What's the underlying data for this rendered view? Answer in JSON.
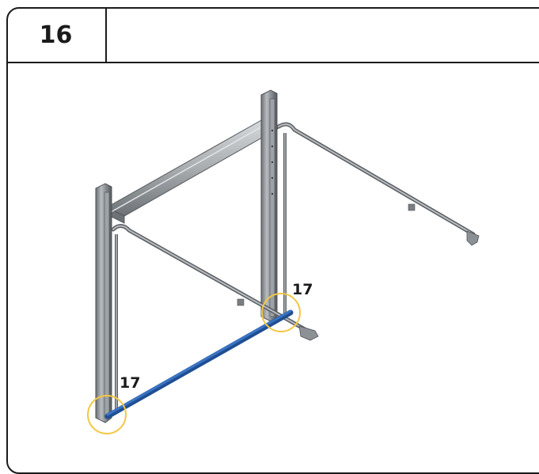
{
  "step": {
    "number": "16",
    "title": ""
  },
  "callouts": [
    {
      "label": "17"
    },
    {
      "label": "17"
    }
  ],
  "colors": {
    "frame": "#1a1a1a",
    "callout_ring": "#f2c744",
    "highlight_part": "#2a5ea8",
    "steel": "#8a8f94",
    "steel_dark": "#55595d",
    "steel_light": "#c4c8cb"
  }
}
